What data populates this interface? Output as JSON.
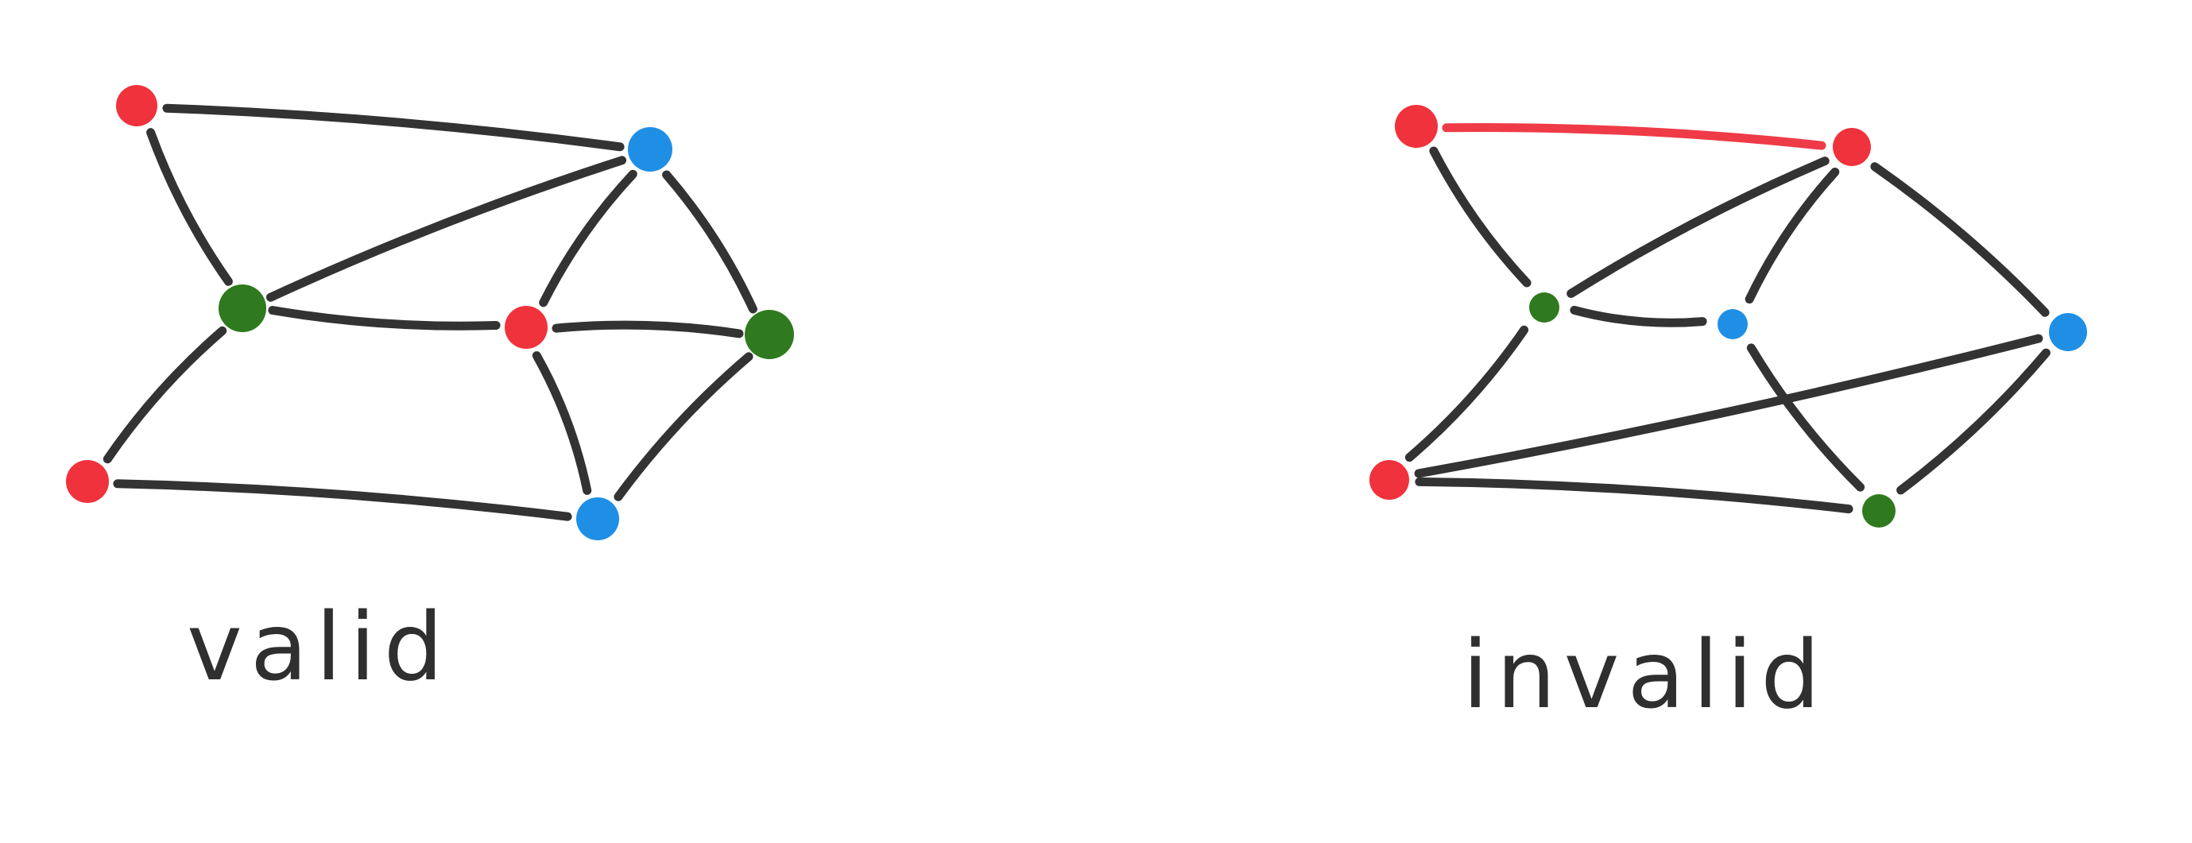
{
  "colors": {
    "red": "#f0323c",
    "blue": "#1f8fe6",
    "green": "#2f7a1e",
    "edge": "#333333",
    "conflict_edge": "#ef3b47"
  },
  "captions": {
    "valid": "valid",
    "invalid": "invalid"
  },
  "graphs": [
    {
      "id": "valid",
      "nodes": [
        {
          "id": "v1",
          "color": "red"
        },
        {
          "id": "v2",
          "color": "blue"
        },
        {
          "id": "v3",
          "color": "green"
        },
        {
          "id": "v4",
          "color": "red"
        },
        {
          "id": "v5",
          "color": "green"
        },
        {
          "id": "v6",
          "color": "red"
        },
        {
          "id": "v7",
          "color": "blue"
        }
      ],
      "edges": [
        [
          "v1",
          "v2"
        ],
        [
          "v1",
          "v3"
        ],
        [
          "v3",
          "v2"
        ],
        [
          "v3",
          "v4"
        ],
        [
          "v4",
          "v7"
        ],
        [
          "v2",
          "v6"
        ],
        [
          "v2",
          "v5"
        ],
        [
          "v3",
          "v6"
        ],
        [
          "v6",
          "v5"
        ],
        [
          "v5",
          "v7"
        ],
        [
          "v6",
          "v7"
        ]
      ]
    },
    {
      "id": "invalid",
      "nodes": [
        {
          "id": "w1",
          "color": "red"
        },
        {
          "id": "w2",
          "color": "red"
        },
        {
          "id": "w3",
          "color": "green"
        },
        {
          "id": "w4",
          "color": "blue"
        },
        {
          "id": "w5",
          "color": "blue"
        },
        {
          "id": "w6",
          "color": "red"
        },
        {
          "id": "w7",
          "color": "green"
        }
      ],
      "edges": [
        [
          "w1",
          "w2"
        ],
        [
          "w1",
          "w3"
        ],
        [
          "w3",
          "w2"
        ],
        [
          "w2",
          "w4"
        ],
        [
          "w2",
          "w5"
        ],
        [
          "w3",
          "w4"
        ],
        [
          "w3",
          "w6"
        ],
        [
          "w6",
          "w5"
        ],
        [
          "w6",
          "w7"
        ],
        [
          "w4",
          "w7"
        ],
        [
          "w5",
          "w7"
        ]
      ],
      "conflict_edges": [
        [
          "w1",
          "w2"
        ]
      ]
    }
  ]
}
